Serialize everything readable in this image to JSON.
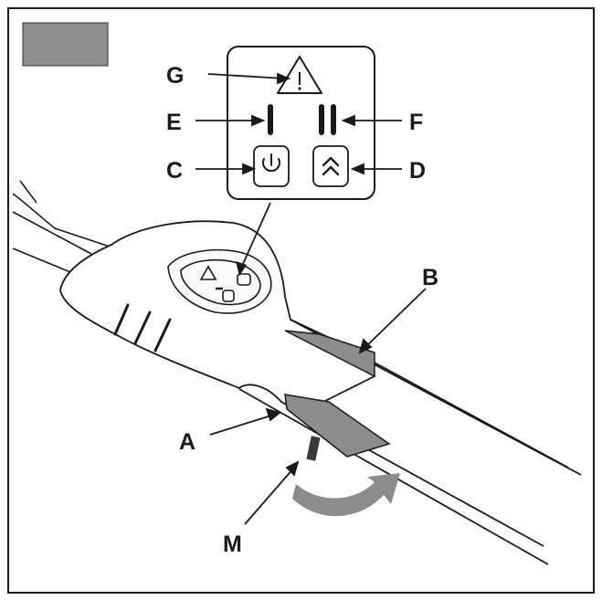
{
  "callouts": {
    "a": "A",
    "b": "B",
    "c": "C",
    "d": "D",
    "e": "E",
    "f": "F",
    "g": "G",
    "m": "M"
  },
  "icons": {
    "warning": "warning-triangle-icon",
    "power": "power-icon",
    "speed": "double-chevron-up-icon",
    "rotate": "curved-arrow-icon"
  },
  "colors": {
    "swatch": "#8f8f8f",
    "arrow": "#8c8c8c",
    "trigger": "#3a3a3a",
    "line": "#1a1a1a"
  }
}
